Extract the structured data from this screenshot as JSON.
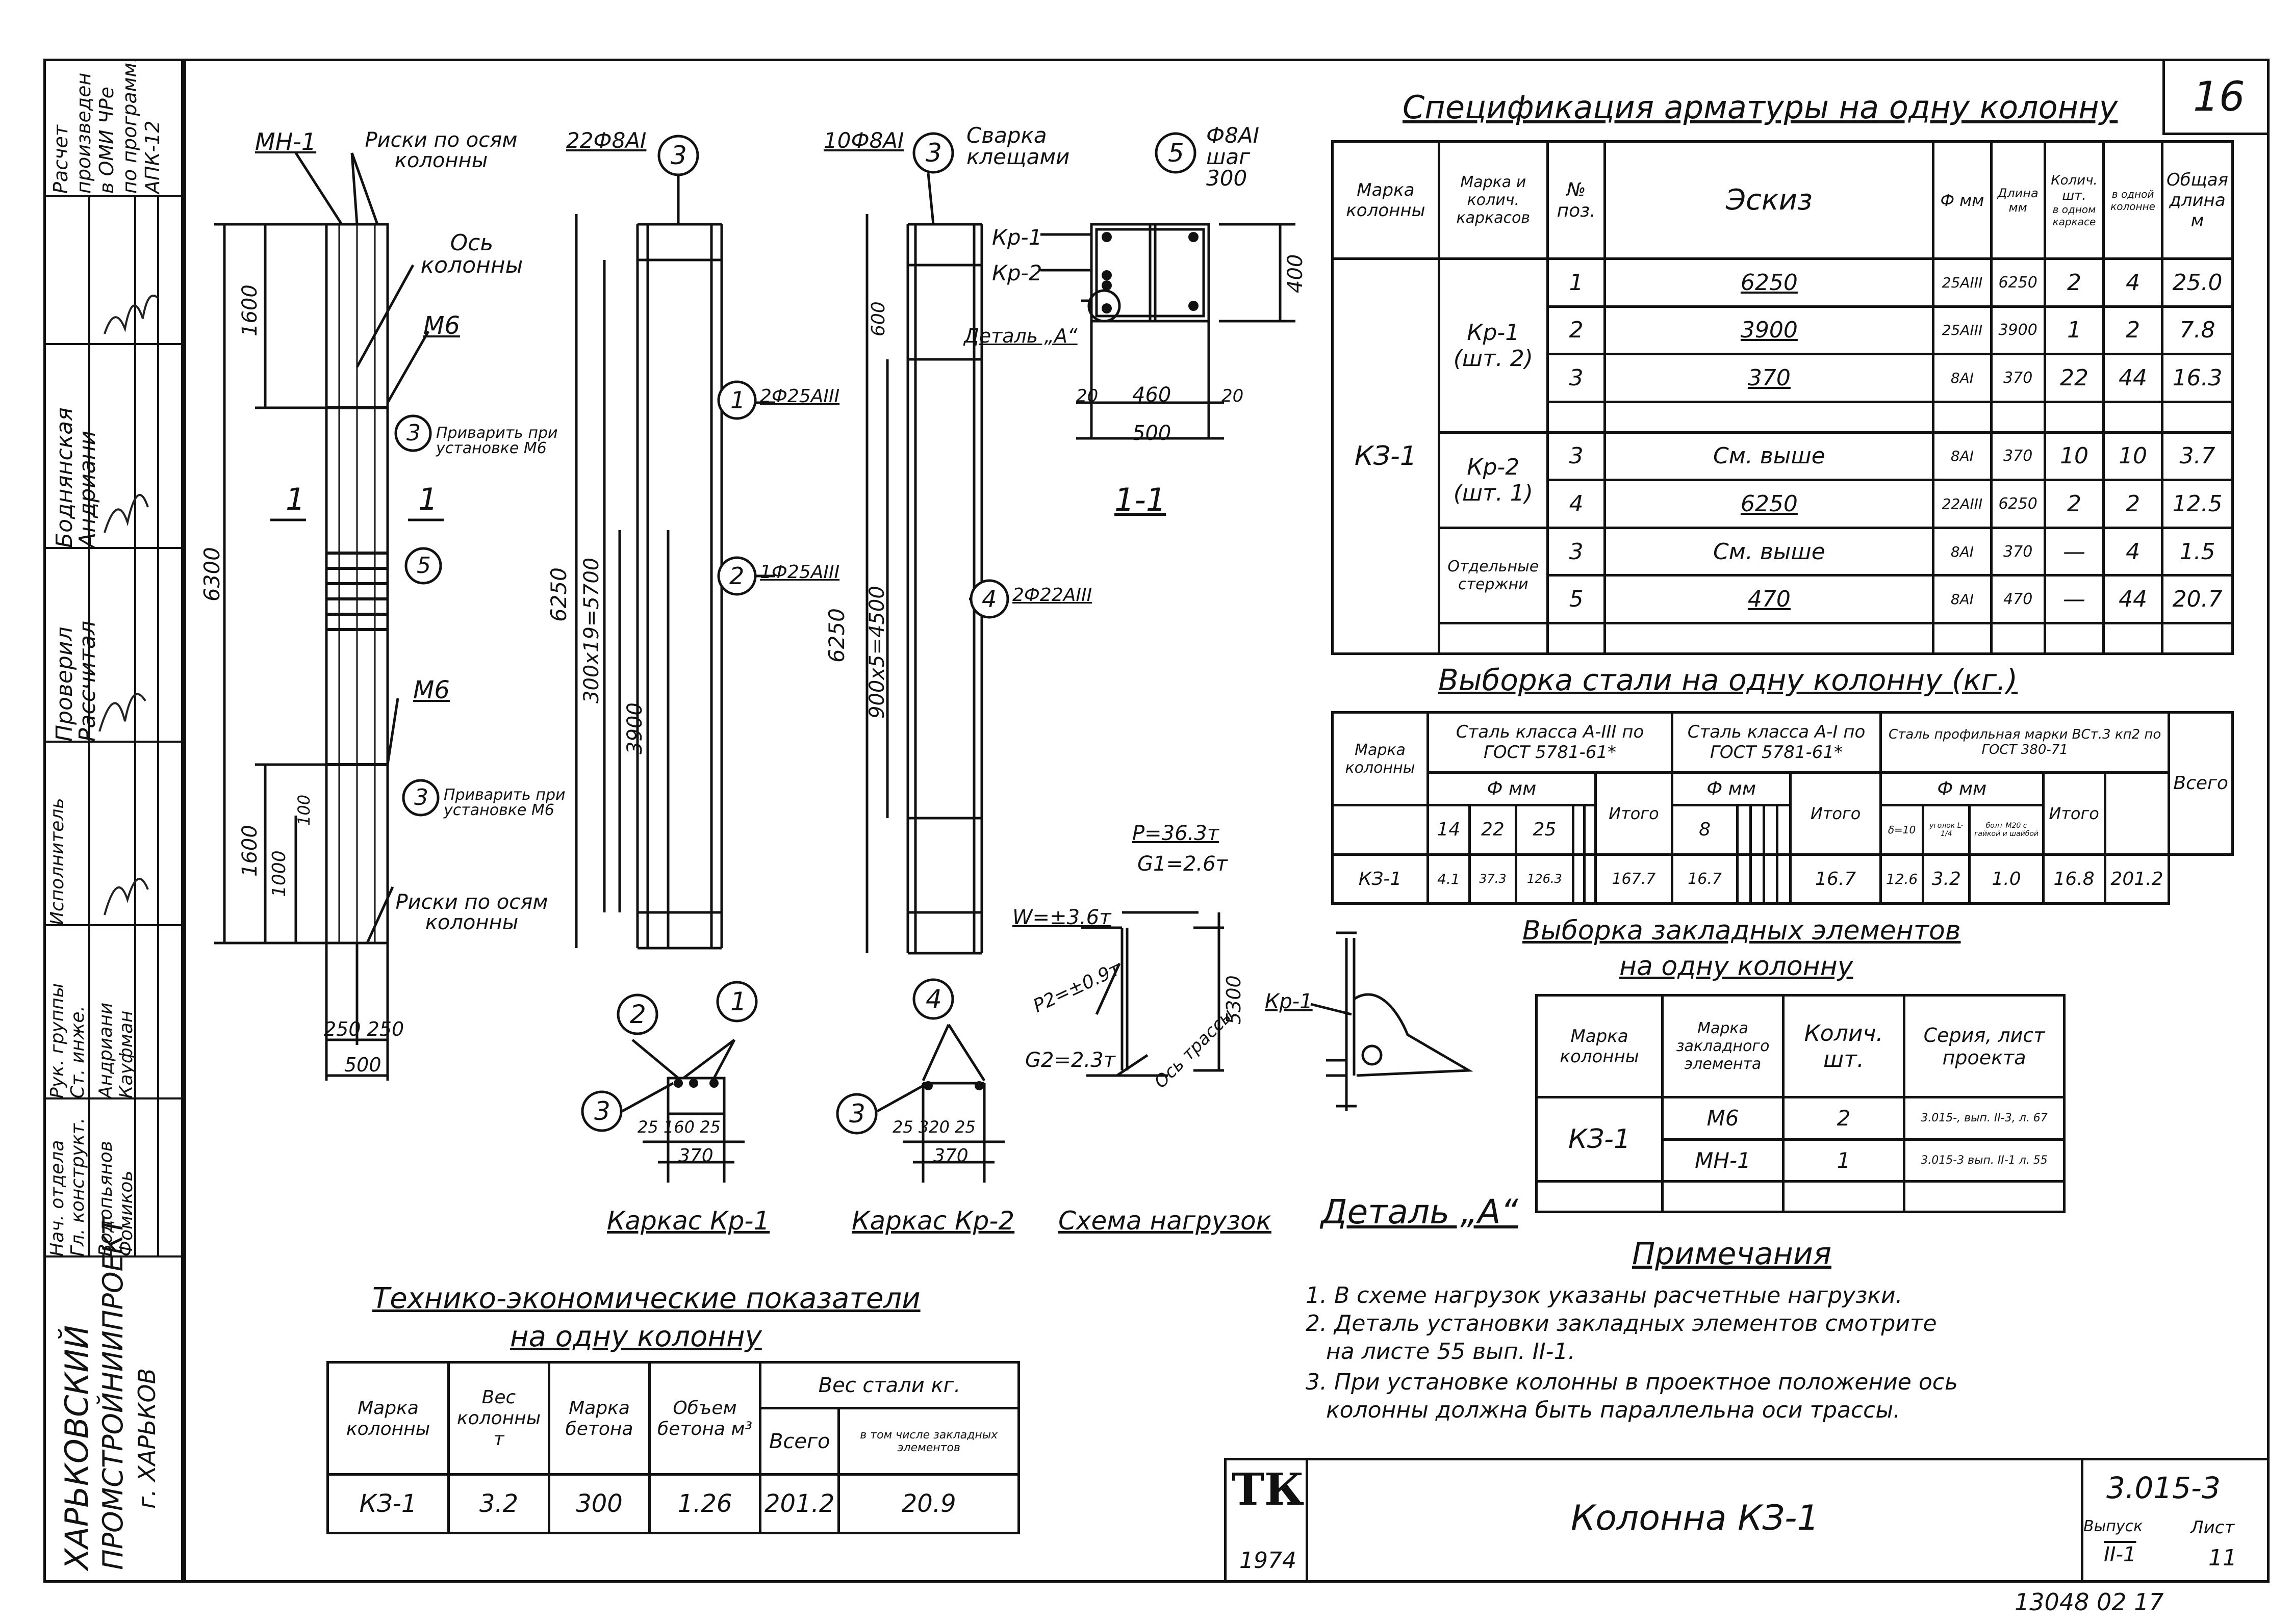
{
  "sheet": {
    "sheet_no": "16",
    "bottom_number": "13048 02   17",
    "code": "3.015-3",
    "title": "Колонна КЗ-1",
    "issue_label": "Выпуск",
    "issue_value": "II-1",
    "list_label": "Лист",
    "list_value": "11",
    "tk_logo": "ТК",
    "year": "1974"
  },
  "side_block": {
    "org": [
      "ХАРЬКОВСКИЙ",
      "ПРОМСТРОЙНИИПРОЕКТ",
      "г. ХАРЬКОВ"
    ],
    "calc_note": [
      "Расчет",
      "произведен",
      "в ОМИ ЧРе",
      "по программ.",
      "АПК-12"
    ],
    "roles": [
      "Боднянская",
      "Андриани",
      "Проверил",
      "Рассчитал",
      "Нач. отдела",
      "Гл. конструкт.",
      "Рук. группы",
      "Ст. инже.",
      "Исполнитель"
    ],
    "names": [
      "Водопьянов",
      "Фомикоь",
      "Андриани",
      "Кауфман"
    ]
  },
  "drawing_labels": {
    "mn1": "МН-1",
    "riski_top": "Риски по осям колонны",
    "riski_bottom": "Риски по осям колонны",
    "os_kolonny": "Ось колонны",
    "m6_top": "М6",
    "m6_bottom": "М6",
    "privarit_top": "Приварить при установке М6",
    "privarit_bottom": "Приварить при установке М6",
    "section_mark": "1",
    "section_11": "1-1",
    "bar22": "22Ф8АI",
    "bar10": "10Ф8АI",
    "svarka": "Сварка клещами",
    "f8shag": "Ф8АI шаг 300",
    "kp1": "Кр-1",
    "kp2": "Кр-2",
    "detal_a": "Деталь „А“",
    "lbl_2f25": "2Ф25АIII",
    "lbl_1f25": "1Ф25АIII",
    "lbl_2f22": "2Ф22АIII",
    "dim_1600a": "1600",
    "dim_6300": "6300",
    "dim_1600b": "1600",
    "dim_1000": "1000",
    "dim_100": "100",
    "dim_250_250": "250 250",
    "dim_500a": "500",
    "dim_6250a": "6250",
    "dim_300x19": "300x19=5700",
    "dim_3900": "3900",
    "dim_6250b": "6250",
    "dim_900x5": "900x5=4500",
    "dim_600": "600",
    "dim_400": "400",
    "dim_20a": "20",
    "dim_460": "460",
    "dim_20b": "20",
    "dim_500b": "500",
    "dim_5300": "5300",
    "dim_370a": "370",
    "dim_370b": "370",
    "dim_25_160_25": "25 160 25",
    "dim_25_320_25": "25 320 25",
    "load_p": "P=36.3т",
    "load_g1": "G1=2.6т",
    "load_w": "W=±3.6т",
    "load_p2": "P2=±0.9т",
    "load_g2": "G2=2.3т",
    "os_trassy": "Ось трассы",
    "cap_kp1": "Каркас Кр-1",
    "cap_kp2": "Каркас Кр-2",
    "cap_schema": "Схема нагрузок",
    "cap_detal": "Деталь „А“"
  },
  "spec_table": {
    "title": "Спецификация арматуры на одну колонну",
    "headers": [
      "Марка колонны",
      "Марка и колич. каркасов",
      "№ поз.",
      "Эскиз",
      "Ф мм",
      "Длина мм",
      "в одном каркасе",
      "в одной колонне",
      "Общая длина м"
    ],
    "qty_header": "Колич. шт.",
    "mark": "КЗ-1",
    "groups": [
      "Кр-1 (шт. 2)",
      "Кр-2 (шт. 1)",
      "Отдельные стержни"
    ],
    "rows": [
      [
        "1",
        "6250",
        "25АIII",
        "6250",
        "2",
        "4",
        "25.0"
      ],
      [
        "2",
        "3900",
        "25АIII",
        "3900",
        "1",
        "2",
        "7.8"
      ],
      [
        "3",
        "370",
        "8АI",
        "370",
        "22",
        "44",
        "16.3"
      ],
      [
        "3",
        "См. выше",
        "8АI",
        "370",
        "10",
        "10",
        "3.7"
      ],
      [
        "4",
        "6250",
        "22АIII",
        "6250",
        "2",
        "2",
        "12.5"
      ],
      [
        "3",
        "См. выше",
        "8АI",
        "370",
        "—",
        "4",
        "1.5"
      ],
      [
        "5",
        "470",
        "8АI",
        "470",
        "—",
        "44",
        "20.7"
      ]
    ]
  },
  "steel_table": {
    "title": "Выборка стали на одну колонну (кг.)",
    "mark_header": "Марка колонны",
    "class3": "Сталь класса А-III по ГОСТ 5781-61*",
    "class1": "Сталь класса А-I по ГОСТ 5781-61*",
    "profile": "Сталь профильная марки ВСт.3 кп2 по ГОСТ 380-71",
    "fmm": "Ф мм",
    "itogo": "Итого",
    "vsego": "Всего",
    "d3": [
      "14",
      "22",
      "25"
    ],
    "d1": [
      "8"
    ],
    "dp": [
      "δ=10",
      "уголок L-1/4",
      "болт М20 с гайкой и шайбой"
    ],
    "row": [
      "КЗ-1",
      "4.1",
      "37.3",
      "126.3",
      "167.7",
      "16.7",
      "16.7",
      "12.6",
      "3.2",
      "1.0",
      "16.8",
      "201.2"
    ]
  },
  "embed_table": {
    "title1": "Выборка закладных элементов",
    "title2": "на одну колонну",
    "headers": [
      "Марка колонны",
      "Марка закладного элемента",
      "Колич. шт.",
      "Серия, лист проекта"
    ],
    "mark": "КЗ-1",
    "rows": [
      [
        "М6",
        "2",
        "3.015-, вып. II-3, л. 67"
      ],
      [
        "МН-1",
        "1",
        "3.015-3 вып. II-1 л. 55"
      ]
    ]
  },
  "tech_table": {
    "title1": "Технико-экономические показатели",
    "title2": "на одну колонну",
    "headers": [
      "Марка колонны",
      "Вес колонны т",
      "Марка бетона",
      "Объем бетона м³",
      "Вес стали кг.",
      "Всего",
      "в том числе закладных элементов"
    ],
    "row": [
      "КЗ-1",
      "3.2",
      "300",
      "1.26",
      "201.2",
      "20.9"
    ]
  },
  "notes": {
    "title": "Примечания",
    "items": [
      "1. В схеме нагрузок указаны расчетные нагрузки.",
      "2. Деталь установки закладных элементов смотрите",
      "на листе 55 вып. II-1.",
      "3. При установке колонны в проектное положение ось",
      "колонны должна быть параллельна оси трассы."
    ]
  }
}
